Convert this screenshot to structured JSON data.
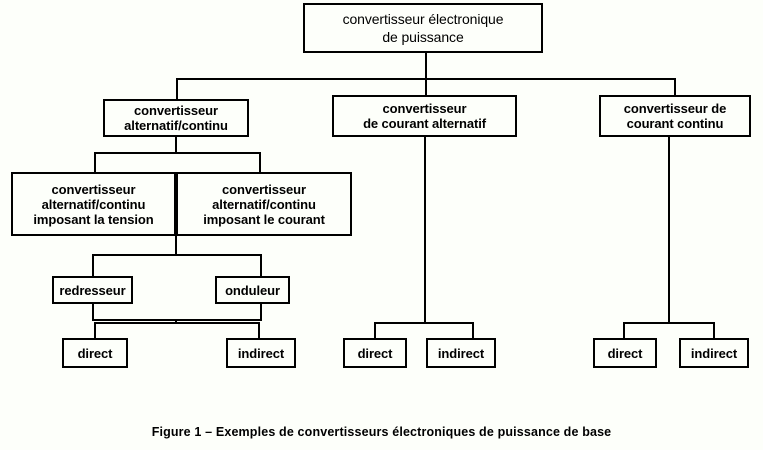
{
  "figure": {
    "caption": "Figure 1 – Exemples de convertisseurs électroniques de puissance de base",
    "background_color": "#fdfffa",
    "line_color": "#000000",
    "text_color": "#000000"
  },
  "diagram": {
    "type": "tree",
    "root": {
      "id": "root",
      "label": "convertisseur électronique\nde puissance"
    },
    "level2": [
      {
        "id": "ac-dc",
        "label": "convertisseur\nalternatif/continu"
      },
      {
        "id": "ac",
        "label": "convertisseur\nde courant alternatif"
      },
      {
        "id": "dc",
        "label": "convertisseur de\ncourant continu"
      }
    ],
    "level3": [
      {
        "id": "ac-dc-voltage",
        "label": "convertisseur\nalternatif/continu\nimposant la tension"
      },
      {
        "id": "ac-dc-current",
        "label": "convertisseur\nalternatif/continu\nimposant le courant"
      }
    ],
    "level4": [
      {
        "id": "redresseur",
        "label": "redresseur"
      },
      {
        "id": "onduleur",
        "label": "onduleur"
      }
    ],
    "leaves": {
      "ac_dc_group": [
        {
          "id": "acdc-direct",
          "label": "direct"
        },
        {
          "id": "acdc-indirect",
          "label": "indirect"
        }
      ],
      "ac_group": [
        {
          "id": "ac-direct",
          "label": "direct"
        },
        {
          "id": "ac-indirect",
          "label": "indirect"
        }
      ],
      "dc_group": [
        {
          "id": "dc-direct",
          "label": "direct"
        },
        {
          "id": "dc-indirect",
          "label": "indirect"
        }
      ]
    }
  }
}
